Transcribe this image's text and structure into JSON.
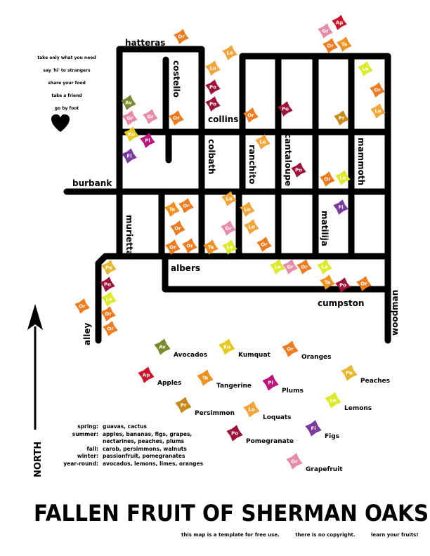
{
  "title": "FALLEN FRUIT OF SHERMAN OAKS",
  "tips": [
    "take only what you need",
    "say 'hi' to strangers",
    "share your food",
    "take a friend",
    "go by foot"
  ],
  "heart_icon": "heart-icon",
  "north_label": "NORTH",
  "streets": {
    "hatteras": "hatteras",
    "costello": "costello",
    "collins": "collins",
    "colbath": "colbath",
    "ranchito": "ranchito",
    "cantaloupe": "cantaloupe",
    "mammoth": "mammoth",
    "burbank": "burbank",
    "murietta": "murietta",
    "matilija": "matilija",
    "albers": "albers",
    "cumpston": "cumpston",
    "alley": "alley",
    "woodman": "woodman"
  },
  "fruits": [
    {
      "code": "Av",
      "name": "Avocados",
      "color": "#7a8a2a"
    },
    {
      "code": "Ku",
      "name": "Kumquat",
      "color": "#e8c81a"
    },
    {
      "code": "Or",
      "name": "Oranges",
      "color": "#f07a1e"
    },
    {
      "code": "Pe",
      "name": "Peaches",
      "color": "#e6b832"
    },
    {
      "code": "Ap",
      "name": "Apples",
      "color": "#d0122a"
    },
    {
      "code": "Ta",
      "name": "Tangerine",
      "color": "#f0901e"
    },
    {
      "code": "Pl",
      "name": "Plums",
      "color": "#c0127a"
    },
    {
      "code": "Le",
      "name": "Lemons",
      "color": "#dcea28"
    },
    {
      "code": "Pr",
      "name": "Persimmon",
      "color": "#c88a1a"
    },
    {
      "code": "Lo",
      "name": "Loquats",
      "color": "#f2a63a"
    },
    {
      "code": "Fi",
      "name": "Figs",
      "color": "#7a3aa0"
    },
    {
      "code": "Po",
      "name": "Pomegranate",
      "color": "#a0123a"
    },
    {
      "code": "Gr",
      "name": "Grapefruit",
      "color": "#e88aa8"
    }
  ],
  "seasons": [
    {
      "season": "spring:",
      "fruits": "guavas, cactus"
    },
    {
      "season": "summer:",
      "fruits": "apples, bananas, figs, grapes,"
    },
    {
      "season": "",
      "fruits": "nectarines, peaches, plums"
    },
    {
      "season": "fall:",
      "fruits": "carob, persimmons, walnuts"
    },
    {
      "season": "winter:",
      "fruits": "passionfruit, pomegranates"
    },
    {
      "season": "year-round:",
      "fruits": "avocados, lemons, limes, oranges"
    }
  ],
  "footer": [
    "this map is a template for free use.",
    "there is no copyright.",
    "learn your fruits!"
  ]
}
